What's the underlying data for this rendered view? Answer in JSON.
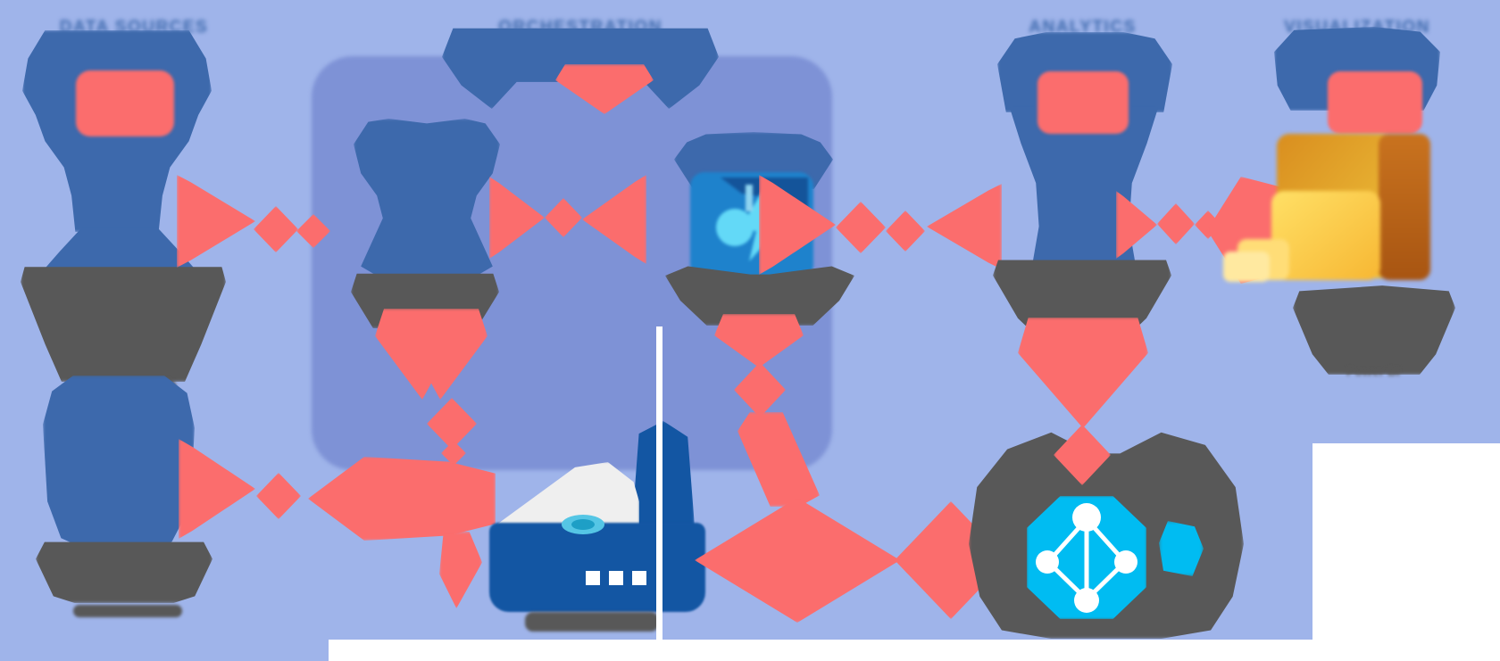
{
  "diagram": {
    "type": "azure-architecture-diagram",
    "headings": {
      "data_sources": "DATA SOURCES",
      "orchestration": "ORCHESTRATION",
      "analytics": "ANALYTICS",
      "visualization": "VISUALIZATION"
    },
    "captions": {
      "power_bi": "Power BI"
    },
    "icons": [
      {
        "name": "logic-apps-icon",
        "color": "#1E82CC",
        "glyph_color": "#63D9F7"
      },
      {
        "name": "data-box-icon",
        "color": "#1356A3",
        "lid_color": "#EFEFEF",
        "disc_color": "#55C6E5"
      },
      {
        "name": "azure-active-directory-icon",
        "color": "#00BCF2",
        "glyph_color": "#FFFFFF"
      },
      {
        "name": "power-bi-icon",
        "colors": [
          "#D98E1F",
          "#EFC43C",
          "#FFE066",
          "#C9731F"
        ]
      }
    ],
    "colors": {
      "background": "#9FB4EA",
      "group_container": "#7E92D6",
      "node": "#3D69AC",
      "arrow": "#FB6D6D",
      "caption": "#585858",
      "divider": "#FFFFFF"
    }
  }
}
